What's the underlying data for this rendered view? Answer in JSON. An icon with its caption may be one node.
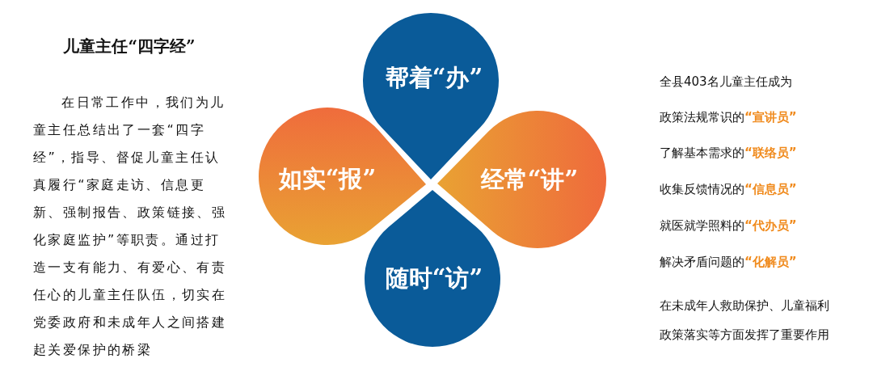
{
  "diagram": {
    "title": "儿童主任“四字经”",
    "nodes": [
      {
        "text": [
          "帮着“办”"
        ]
      },
      {
        "text": [
          "如实“报”"
        ]
      },
      {
        "text": [
          "经常“讲”"
        ]
      },
      {
        "text": [
          "随时“访”"
        ]
      }
    ],
    "edges": [],
    "labels": [
      "在日常工作中，我们为儿童主任总结出了一套“四字经”，指导、督促儿童主任认真履行“家庭走访、信息更新、强制报告、政策链接、强化家庭监护”等职责。通过打造一支有能力、有爱心、有责任心的儿童主任队伍，切实在党委政府和未成年人之间搭建起关爱保护的桥梁",
      "全县403名儿童主任成为",
      "政策法规常识的**“宣讲员”**",
      "了解基本需求的**“联络员”**",
      "收集反馈情况的**“信息员”**",
      "就医就学照料的**“代办员”**",
      "解决矛盾问题的**“化解员”**",
      "在未成年人救助保护、儿童福利政策落实等方面发挥了重要作用"
    ]
  }
}
